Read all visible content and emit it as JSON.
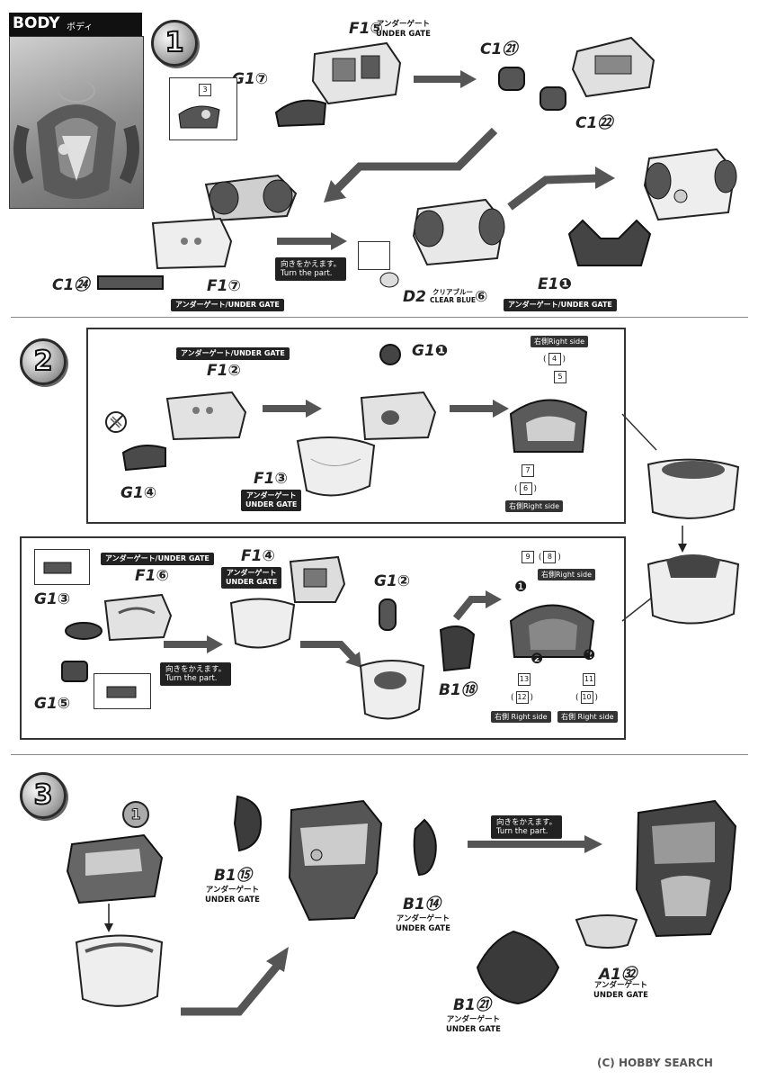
{
  "header": {
    "title": "BODY",
    "title_jp": "ボディ"
  },
  "steps": {
    "s1": "1",
    "s2": "2",
    "s3": "3"
  },
  "step1": {
    "f15": "F1⑤",
    "g17": "G1⑦",
    "c121": "C1㉑",
    "c122": "C1㉒",
    "c124": "C1㉔",
    "f17": "F1⑦",
    "d2": "D2",
    "d2_num": "⑥",
    "e11": "E1❶",
    "gate_f15": "アンダーゲート\nUNDER GATE",
    "gate_f17": "アンダーゲート/UNDER GATE",
    "gate_e11": "アンダーゲート/UNDER GATE",
    "clear_blue": "クリアブルー\nCLEAR BLUE",
    "turn": "向きをかえます。\nTurn the part.",
    "sticker_3": "3"
  },
  "step2a": {
    "gate_f12": "アンダーゲート/UNDER GATE",
    "f12": "F1②",
    "g11": "G1❶",
    "g14": "G1④",
    "f13": "F1③",
    "gate_f13": "アンダーゲート\nUNDER GATE",
    "right_top": "右側Right side",
    "right_bottom": "右側Right side",
    "s4": "4",
    "s5": "5",
    "s7": "7",
    "s6": "6"
  },
  "step2b": {
    "gate_f16": "アンダーゲート/UNDER GATE",
    "f16": "F1⑥",
    "g13": "G1③",
    "g15": "G1⑤",
    "f14": "F1④",
    "gate_f14": "アンダーゲート\nUNDER GATE",
    "g12": "G1②",
    "b118": "B1⑱",
    "turn": "向きをかえます。\nTurn the part.",
    "right_top": "右側Right side",
    "right_bl": "右側 Right side",
    "right_br": "右側 Right side",
    "s9": "9",
    "s8": "8",
    "s13": "13",
    "s12": "12",
    "s11": "11",
    "s10": "10",
    "m1": "❶",
    "m2a": "❷",
    "m2b": "❷"
  },
  "step3": {
    "ref": "1",
    "b115": "B1⑮",
    "gate_b115": "アンダーゲート\nUNDER GATE",
    "b114": "B1⑭",
    "gate_b114": "アンダーゲート\nUNDER GATE",
    "turn": "向きをかえます。\nTurn the part.",
    "a132": "A1㉜",
    "gate_a132": "アンダーゲート\nUNDER GATE",
    "b121": "B1㉑",
    "gate_b121": "アンダーゲート\nUNDER GATE"
  },
  "footer": {
    "watermark": "(C) HOBBY SEARCH"
  },
  "colors": {
    "dark": "#4a4a4a",
    "mid": "#7d7d7d",
    "light": "#d9d9d9",
    "ink": "#222222"
  }
}
